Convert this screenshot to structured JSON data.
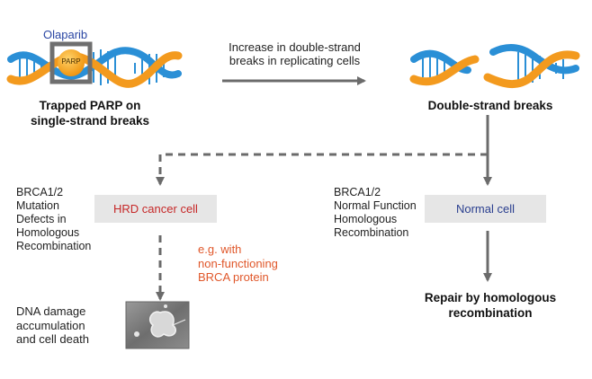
{
  "drug": {
    "label": "Olaparib",
    "color": "#2a46a3"
  },
  "parp": {
    "label": "PARP"
  },
  "step1": {
    "title_line1": "Trapped PARP on",
    "title_line2": "single-strand breaks"
  },
  "arrow_top": {
    "text_line1": "Increase in double-strand",
    "text_line2": "breaks in replicating cells"
  },
  "step2": {
    "title": "Double-strand breaks"
  },
  "left_branch": {
    "desc": [
      "BRCA1/2",
      "Mutation",
      "Defects in",
      "Homologous",
      "Recombination"
    ],
    "box_label": "HRD cancer cell",
    "box_color": "#c62828",
    "note": [
      "e.g. with",
      "non-functioning",
      "BRCA protein"
    ],
    "note_color": "#e0572a",
    "outcome": [
      "DNA damage",
      "accumulation",
      "and cell death"
    ]
  },
  "right_branch": {
    "desc": [
      "BRCA1/2",
      "Normal Function",
      "Homologous",
      "Recombination"
    ],
    "box_label": "Normal cell",
    "box_color": "#2a3f8f",
    "outcome_line1": "Repair by homologous",
    "outcome_line2": "recombination"
  },
  "colors": {
    "dna_orange": "#f39a1e",
    "dna_blue": "#2a8fd6",
    "arrow_gray": "#6b6b6b"
  }
}
